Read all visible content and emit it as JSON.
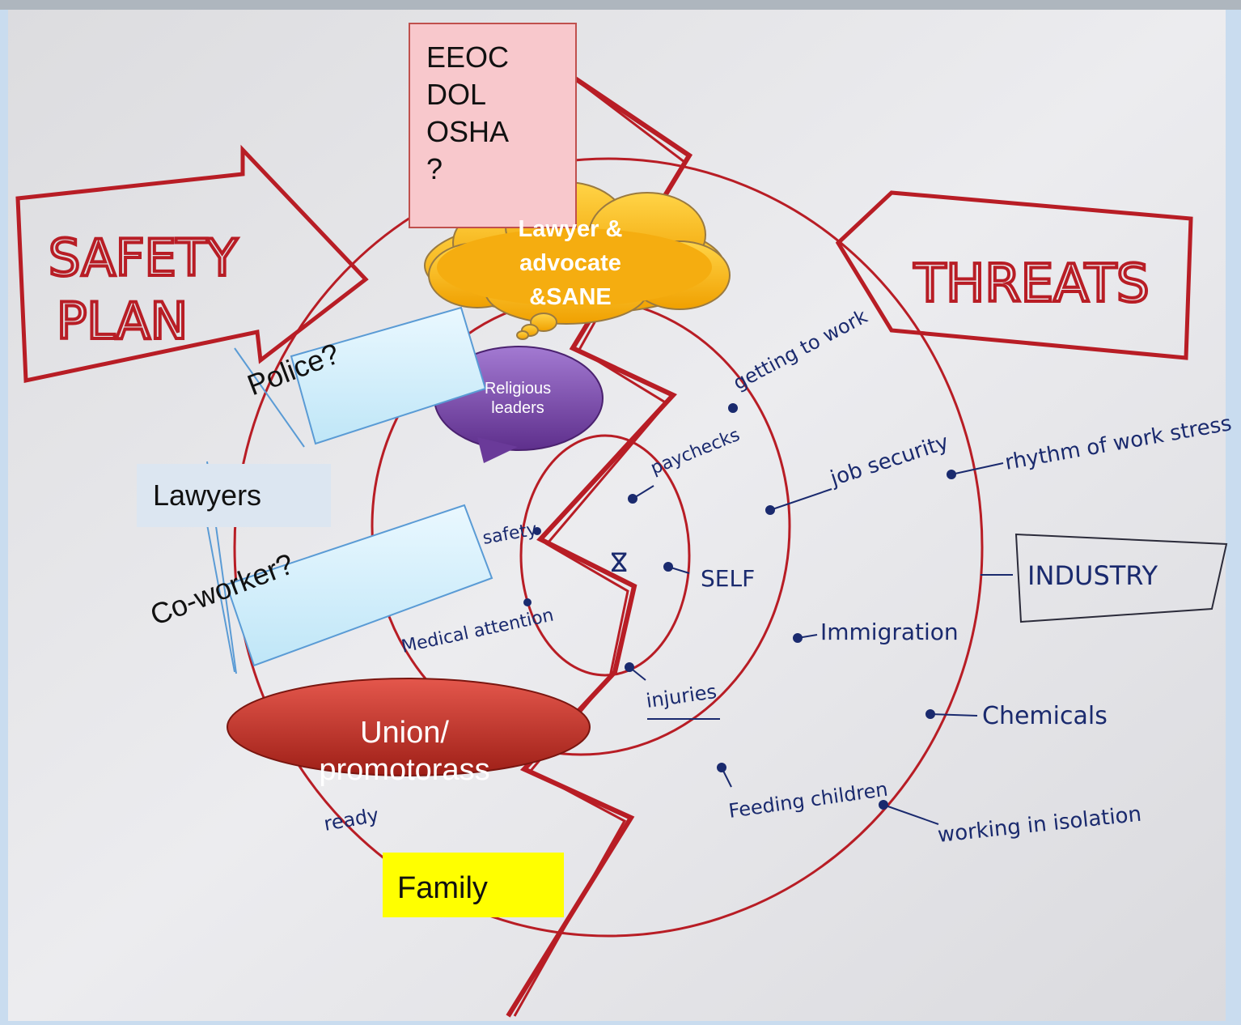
{
  "headers": {
    "safety_plan": "SAFETY\nPLAN",
    "threats": "THREATS",
    "industry": "INDUSTRY"
  },
  "agencies": {
    "line1": "EEOC",
    "line2": "DOL",
    "line3": "OSHA",
    "line4": "?"
  },
  "cloud": {
    "line1": "Lawyer &",
    "line2": "advocate",
    "line3": "&SANE"
  },
  "bubble": {
    "line1": "Religious",
    "line2": "leaders"
  },
  "labels": {
    "police": "Police?",
    "lawyers": "Lawyers",
    "coworker": "Co-worker?",
    "union_line1": "Union/",
    "union_line2": "promotorass",
    "family": "Family"
  },
  "handwritten": {
    "self": "SELF",
    "getting_to_work": "getting to work",
    "job_security": "job security",
    "rhythm_of_work": "rhythm of work stress",
    "immigration": "Immigration",
    "chemicals": "Chemicals",
    "working_in_isolation": "working in isolation",
    "feeding_children": "Feeding children",
    "injuries": "injuries",
    "medical_attention": "Medical attention",
    "paychecks": "paychecks",
    "safety": "safety",
    "ready": "ready"
  },
  "colors": {
    "paper": "#e8e8ec",
    "marker_red": "#b81d25",
    "pen_blue": "#1a2a6e",
    "agency_fill": "#f8c8cc",
    "cloud_fill": "#f7b21a",
    "bubble_fill": "#7b4aa8",
    "rect_fill": "#d4effb",
    "union_fill": "#c0302a",
    "family_fill": "#ffff00",
    "lawyers_fill": "#dce6f1"
  }
}
